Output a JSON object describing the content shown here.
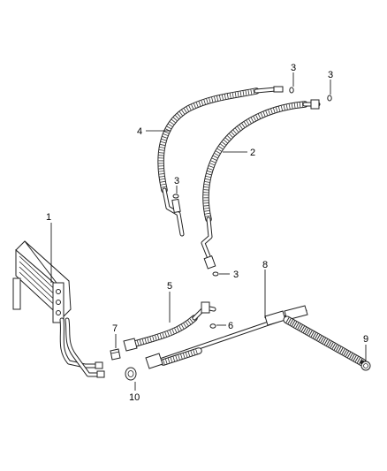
{
  "callouts": {
    "c1": "1",
    "c2": "2",
    "c3a": "3",
    "c3b": "3",
    "c3c": "3",
    "c3d": "3",
    "c4": "4",
    "c5": "5",
    "c6": "6",
    "c7": "7",
    "c8": "8",
    "c9": "9",
    "c10": "10"
  }
}
